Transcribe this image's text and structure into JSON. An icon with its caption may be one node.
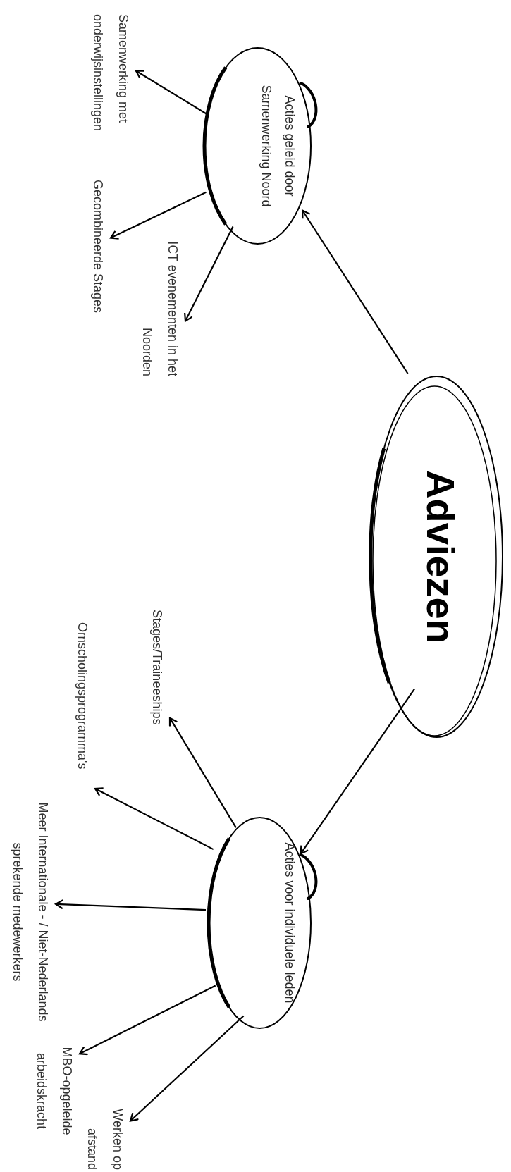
{
  "diagram": {
    "nodes": [
      {
        "text": [
          "Adviezen"
        ]
      },
      {
        "text": [
          "Acties geleid door Samenwerking Noord"
        ]
      },
      {
        "text": [
          "Samenwerking met onderwijsinstellingen"
        ]
      },
      {
        "text": [
          "Gecombineerde Stages"
        ]
      },
      {
        "text": [
          "ICT evenementen in het Noorden"
        ]
      },
      {
        "text": [
          "Acties voor individuele leden"
        ]
      },
      {
        "text": [
          "Stages/Traineeships"
        ]
      },
      {
        "text": [
          "Omscholingsprogramma's"
        ]
      },
      {
        "text": [
          "Meer Internationale - / Niet-Nederlands sprekende medewerkers"
        ]
      },
      {
        "text": [
          "MBO-opgeleide arbeidskracht"
        ]
      },
      {
        "text": [
          "Werken op afstand"
        ]
      }
    ],
    "edges": [
      {
        "from": 0,
        "to": 1,
        "arrow": "to"
      },
      {
        "from": 0,
        "to": 5,
        "arrow": "to"
      },
      {
        "from": 1,
        "to": 2,
        "arrow": "to"
      },
      {
        "from": 1,
        "to": 3,
        "arrow": "to"
      },
      {
        "from": 1,
        "to": 4,
        "arrow": "to"
      },
      {
        "from": 5,
        "to": 6,
        "arrow": "to"
      },
      {
        "from": 5,
        "to": 7,
        "arrow": "to"
      },
      {
        "from": 5,
        "to": 8,
        "arrow": "to"
      },
      {
        "from": 5,
        "to": 9,
        "arrow": "to"
      },
      {
        "from": 5,
        "to": 10,
        "arrow": "to"
      }
    ]
  }
}
